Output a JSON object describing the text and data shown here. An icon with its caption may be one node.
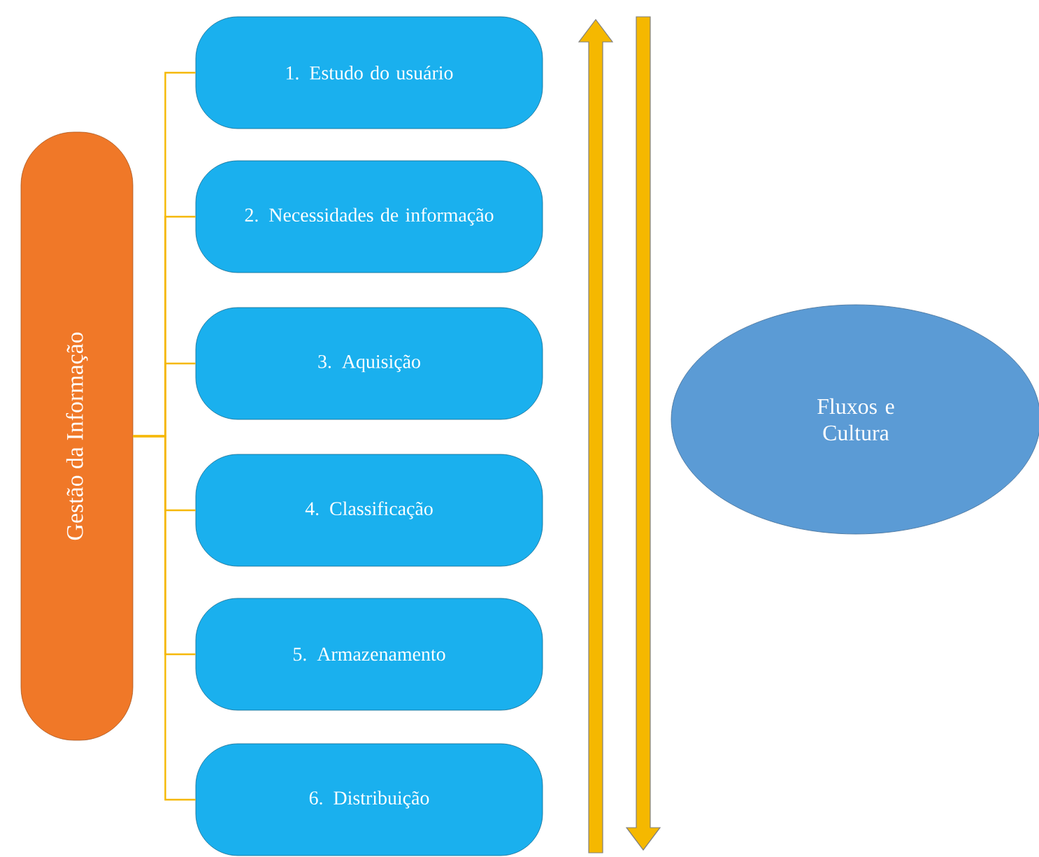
{
  "diagram": {
    "nodes": [
      {
        "text": [
          "Gestão da Informação"
        ]
      },
      {
        "text": [
          "1. Estudo do usuário"
        ]
      },
      {
        "text": [
          "2. Necessidades de informação"
        ]
      },
      {
        "text": [
          "3. Aquisição"
        ]
      },
      {
        "text": [
          "4. Classificação"
        ]
      },
      {
        "text": [
          "5. Armazenamento"
        ]
      },
      {
        "text": [
          "6. Distribuição"
        ]
      },
      {
        "text": [
          "Fluxos e Cultura"
        ]
      }
    ],
    "edges": [
      {
        "from": 0,
        "to": 1,
        "arrow": "none"
      },
      {
        "from": 0,
        "to": 2,
        "arrow": "none"
      },
      {
        "from": 0,
        "to": 3,
        "arrow": "none"
      },
      {
        "from": 0,
        "to": 4,
        "arrow": "none"
      },
      {
        "from": 0,
        "to": 5,
        "arrow": "none"
      },
      {
        "from": 0,
        "to": 6,
        "arrow": "none"
      }
    ]
  }
}
